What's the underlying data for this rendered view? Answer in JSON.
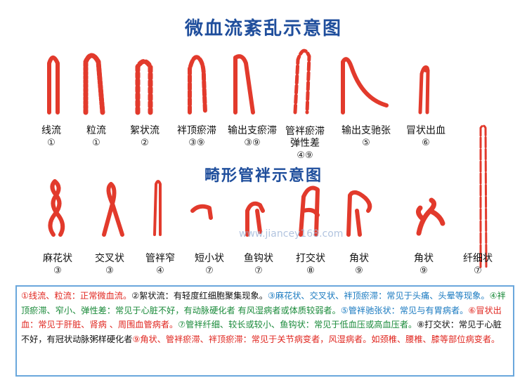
{
  "titles": {
    "top": "微血流紊乱示意图",
    "bottom": "畸形管袢示意图"
  },
  "row1_labels": [
    {
      "name": "线流",
      "note": "①"
    },
    {
      "name": "粒流",
      "note": "①"
    },
    {
      "name": "絮状流",
      "note": "②"
    },
    {
      "name": "袢顶瘀滞",
      "note": "③⑨"
    },
    {
      "name": "输出支瘀滞",
      "note": "③⑨"
    },
    {
      "name": "管袢瘀滞\n弹性差",
      "note": "④⑨"
    },
    {
      "name": "输出支驰张",
      "note": "⑤"
    },
    {
      "name": "冒状出血",
      "note": "⑥"
    }
  ],
  "row2_labels": [
    {
      "name": "麻花状",
      "note": "③"
    },
    {
      "name": "交叉状",
      "note": "③"
    },
    {
      "name": "管袢窄",
      "note": "④"
    },
    {
      "name": "短小状",
      "note": "⑦"
    },
    {
      "name": "鱼钩状",
      "note": "⑦"
    },
    {
      "name": "打交状",
      "note": "⑧"
    },
    {
      "name": "角状",
      "note": "⑨"
    },
    {
      "name": "角状",
      "note": "⑨"
    },
    {
      "name": "纤细状",
      "note": "⑦"
    }
  ],
  "watermark": "www.jiancey168.com",
  "notes": [
    {
      "color": "red",
      "text": "①线流、粒流：正常微血流。"
    },
    {
      "color": "black",
      "text": "②絮状流：有轻度红细胞聚集现象。"
    },
    {
      "color": "blue",
      "text": "③麻花状、交叉状、袢顶瘀滞：常见于头痛、头晕等现象。"
    },
    {
      "color": "green",
      "text": "④袢顶瘀滞、窄小、弹性差：常见于心脏不好，有动脉硬化者 有风湿病者或体质较弱者。"
    },
    {
      "color": "blue",
      "text": "⑤管袢驰张状：常见与有胃病者。"
    },
    {
      "color": "red",
      "text": "⑥冒状出血：常见于肝脏、肾病 、周围血管病者。"
    },
    {
      "color": "green",
      "text": "⑦管袢纤细、较长或较小、鱼钩状：常见于低血压或高血压者。"
    },
    {
      "color": "black",
      "text": "⑧打交状：常见于心脏不好，有冠状动脉粥样硬化者"
    },
    {
      "color": "red",
      "text": "⑨角状、管袢瘀滞、袢顶瘀滞：常见于关节病变者，风湿病者。如颈椎、腰椎、膝等部位病变者。"
    }
  ],
  "colors": {
    "title": "#1f4e9c",
    "capillary": "#e23a2c",
    "border": "#6aa7dc"
  }
}
